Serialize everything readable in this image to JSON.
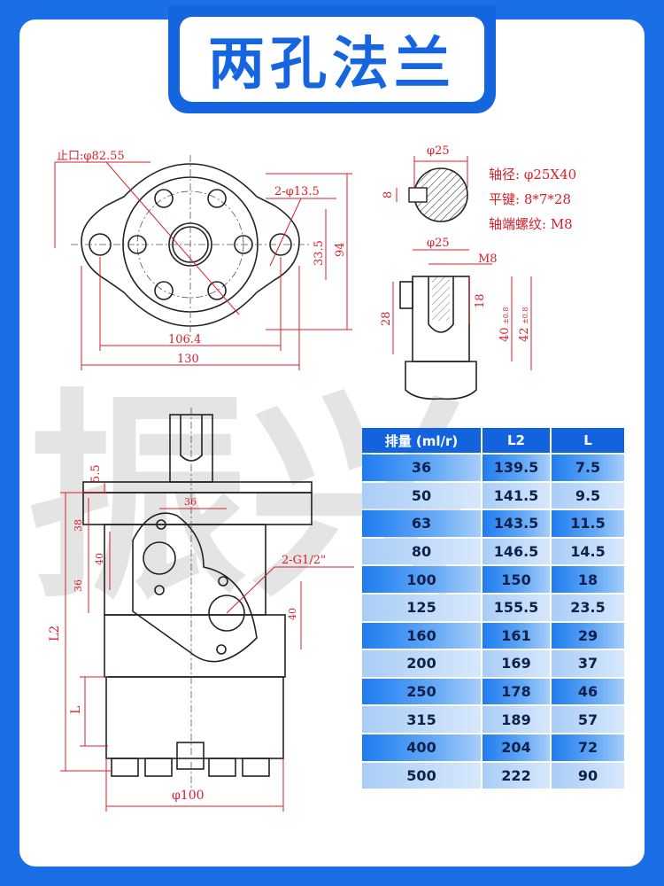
{
  "title": "两孔法兰",
  "watermark": "振兴",
  "front_view": {
    "spigot": "止口:φ82.55",
    "holes": "2-φ13.5",
    "dim_33_5": "33.5",
    "dim_94": "94",
    "dim_106_4": "106.4",
    "dim_130": "130"
  },
  "shaft_section": {
    "diameter": "φ25",
    "key_height": "8"
  },
  "shaft_specs": {
    "shaft_dia": "轴径: φ25X40",
    "flat_key": "平键: 8*7*28",
    "end_thread": "轴端螺纹: M8"
  },
  "shaft_side": {
    "diameter": "φ25",
    "thread": "M8",
    "dim_18": "18",
    "dim_28": "28",
    "dim_40": "40",
    "tol_40": "±0.8",
    "dim_42": "42",
    "tol_42": "±0.8"
  },
  "side_view": {
    "dim_5_5": "5.5",
    "dim_36_top": "36",
    "dim_38": "38",
    "dim_40_left": "40",
    "dim_36_left": "36",
    "ports": "2-G1/2\"",
    "dim_40_right": "40",
    "dim_L2": "L2",
    "dim_L": "L",
    "dim_100": "φ100"
  },
  "table": {
    "headers": [
      "排量 (ml/r)",
      "L2",
      "L"
    ],
    "rows": [
      [
        "36",
        "139.5",
        "7.5"
      ],
      [
        "50",
        "141.5",
        "9.5"
      ],
      [
        "63",
        "143.5",
        "11.5"
      ],
      [
        "80",
        "146.5",
        "14.5"
      ],
      [
        "100",
        "150",
        "18"
      ],
      [
        "125",
        "155.5",
        "23.5"
      ],
      [
        "160",
        "161",
        "29"
      ],
      [
        "200",
        "169",
        "37"
      ],
      [
        "250",
        "178",
        "46"
      ],
      [
        "315",
        "189",
        "57"
      ],
      [
        "400",
        "204",
        "72"
      ],
      [
        "500",
        "222",
        "90"
      ]
    ]
  }
}
